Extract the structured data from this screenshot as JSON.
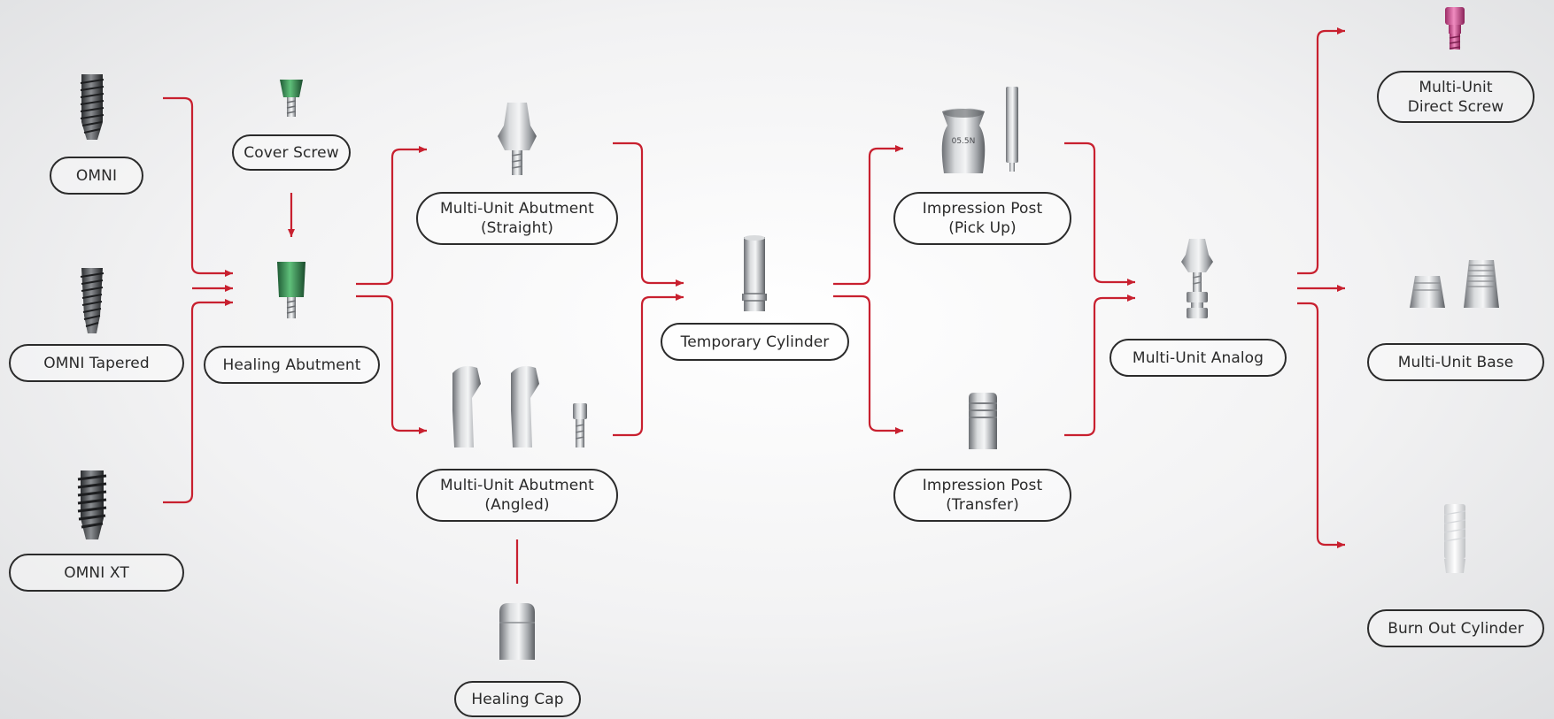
{
  "colors": {
    "connector": "#c8202f",
    "outline": "#2b2b2b"
  },
  "labels": {
    "omni": "OMNI",
    "omni_tapered": "OMNI Tapered",
    "omni_xt": "OMNI XT",
    "cover_screw": "Cover Screw",
    "healing_abutment": "Healing Abutment",
    "mua_straight": "Multi-Unit Abutment\n(Straight)",
    "mua_angled": "Multi-Unit Abutment\n(Angled)",
    "healing_cap": "Healing Cap",
    "temporary_cylinder": "Temporary Cylinder",
    "impression_pickup": "Impression Post\n(Pick Up)",
    "impression_transfer": "Impression Post\n(Transfer)",
    "mu_analog": "Multi-Unit Analog",
    "mu_direct_screw": "Multi-Unit\nDirect Screw",
    "mu_base": "Multi-Unit Base",
    "burn_out_cylinder": "Burn Out Cylinder",
    "impression_engraving": "05.5N"
  },
  "icons": [
    "implant-icon",
    "cover-screw-icon",
    "healing-abutment-icon",
    "straight-abutment-icon",
    "angled-abutment-icon",
    "screw-icon",
    "healing-cap-icon",
    "temporary-cylinder-icon",
    "pickup-post-icon",
    "transfer-post-icon",
    "analog-icon",
    "direct-screw-icon",
    "base-icon",
    "burn-out-cylinder-icon"
  ]
}
